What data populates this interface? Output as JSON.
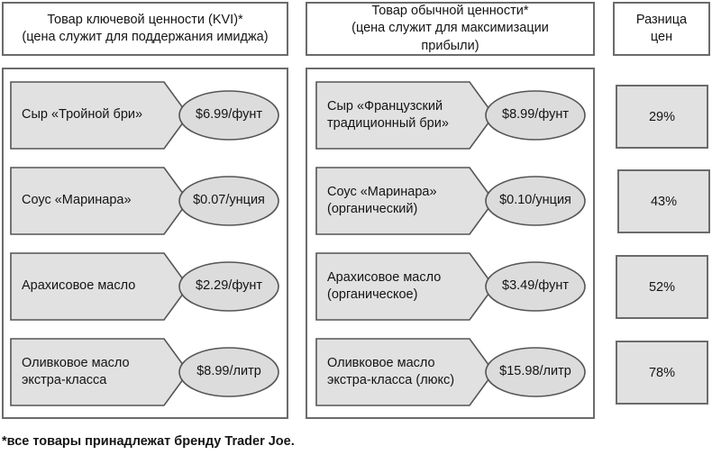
{
  "headers": {
    "kvi": "Товар ключевой ценности (KVI)*\n(цена служит для поддержания имиджа)",
    "kvi_line1": "Товар ключевой ценности (KVI)*",
    "kvi_line2": "(цена служит для поддержания имиджа)",
    "regular_line1": "Товар обычной ценности*",
    "regular_line2": "(цена служит для максимизации",
    "regular_line3": "прибыли)",
    "difference_line1": "Разница",
    "difference_line2": "цен"
  },
  "kvi_items": [
    {
      "name_line1": "Сыр «Тройной бри»",
      "name_line2": "",
      "price": "$6.99/фунт"
    },
    {
      "name_line1": "Соус «Маринара»",
      "name_line2": "",
      "price": "$0.07/унция"
    },
    {
      "name_line1": "Арахисовое масло",
      "name_line2": "",
      "price": "$2.29/фунт"
    },
    {
      "name_line1": "Оливковое масло",
      "name_line2": "экстра-класса",
      "price": "$8.99/литр"
    }
  ],
  "regular_items": [
    {
      "name_line1": "Сыр «Французский",
      "name_line2": "традиционный бри»",
      "price": "$8.99/фунт"
    },
    {
      "name_line1": "Соус «Маринара»",
      "name_line2": "(органический)",
      "price": "$0.10/унция"
    },
    {
      "name_line1": "Арахисовое масло",
      "name_line2": "(органическое)",
      "price": "$3.49/фунт"
    },
    {
      "name_line1": "Оливковое масло",
      "name_line2": "экстра-класса (люкс)",
      "price": "$15.98/литр"
    }
  ],
  "differences": [
    "29%",
    "43%",
    "52%",
    "78%"
  ],
  "footnote": "*все товары принадлежат бренду Trader Joe.",
  "colors": {
    "shape_fill": "#e1e1e1",
    "shape_stroke": "#555555",
    "box_stroke": "#6b6b6b",
    "text": "#141414",
    "background": "#ffffff"
  }
}
